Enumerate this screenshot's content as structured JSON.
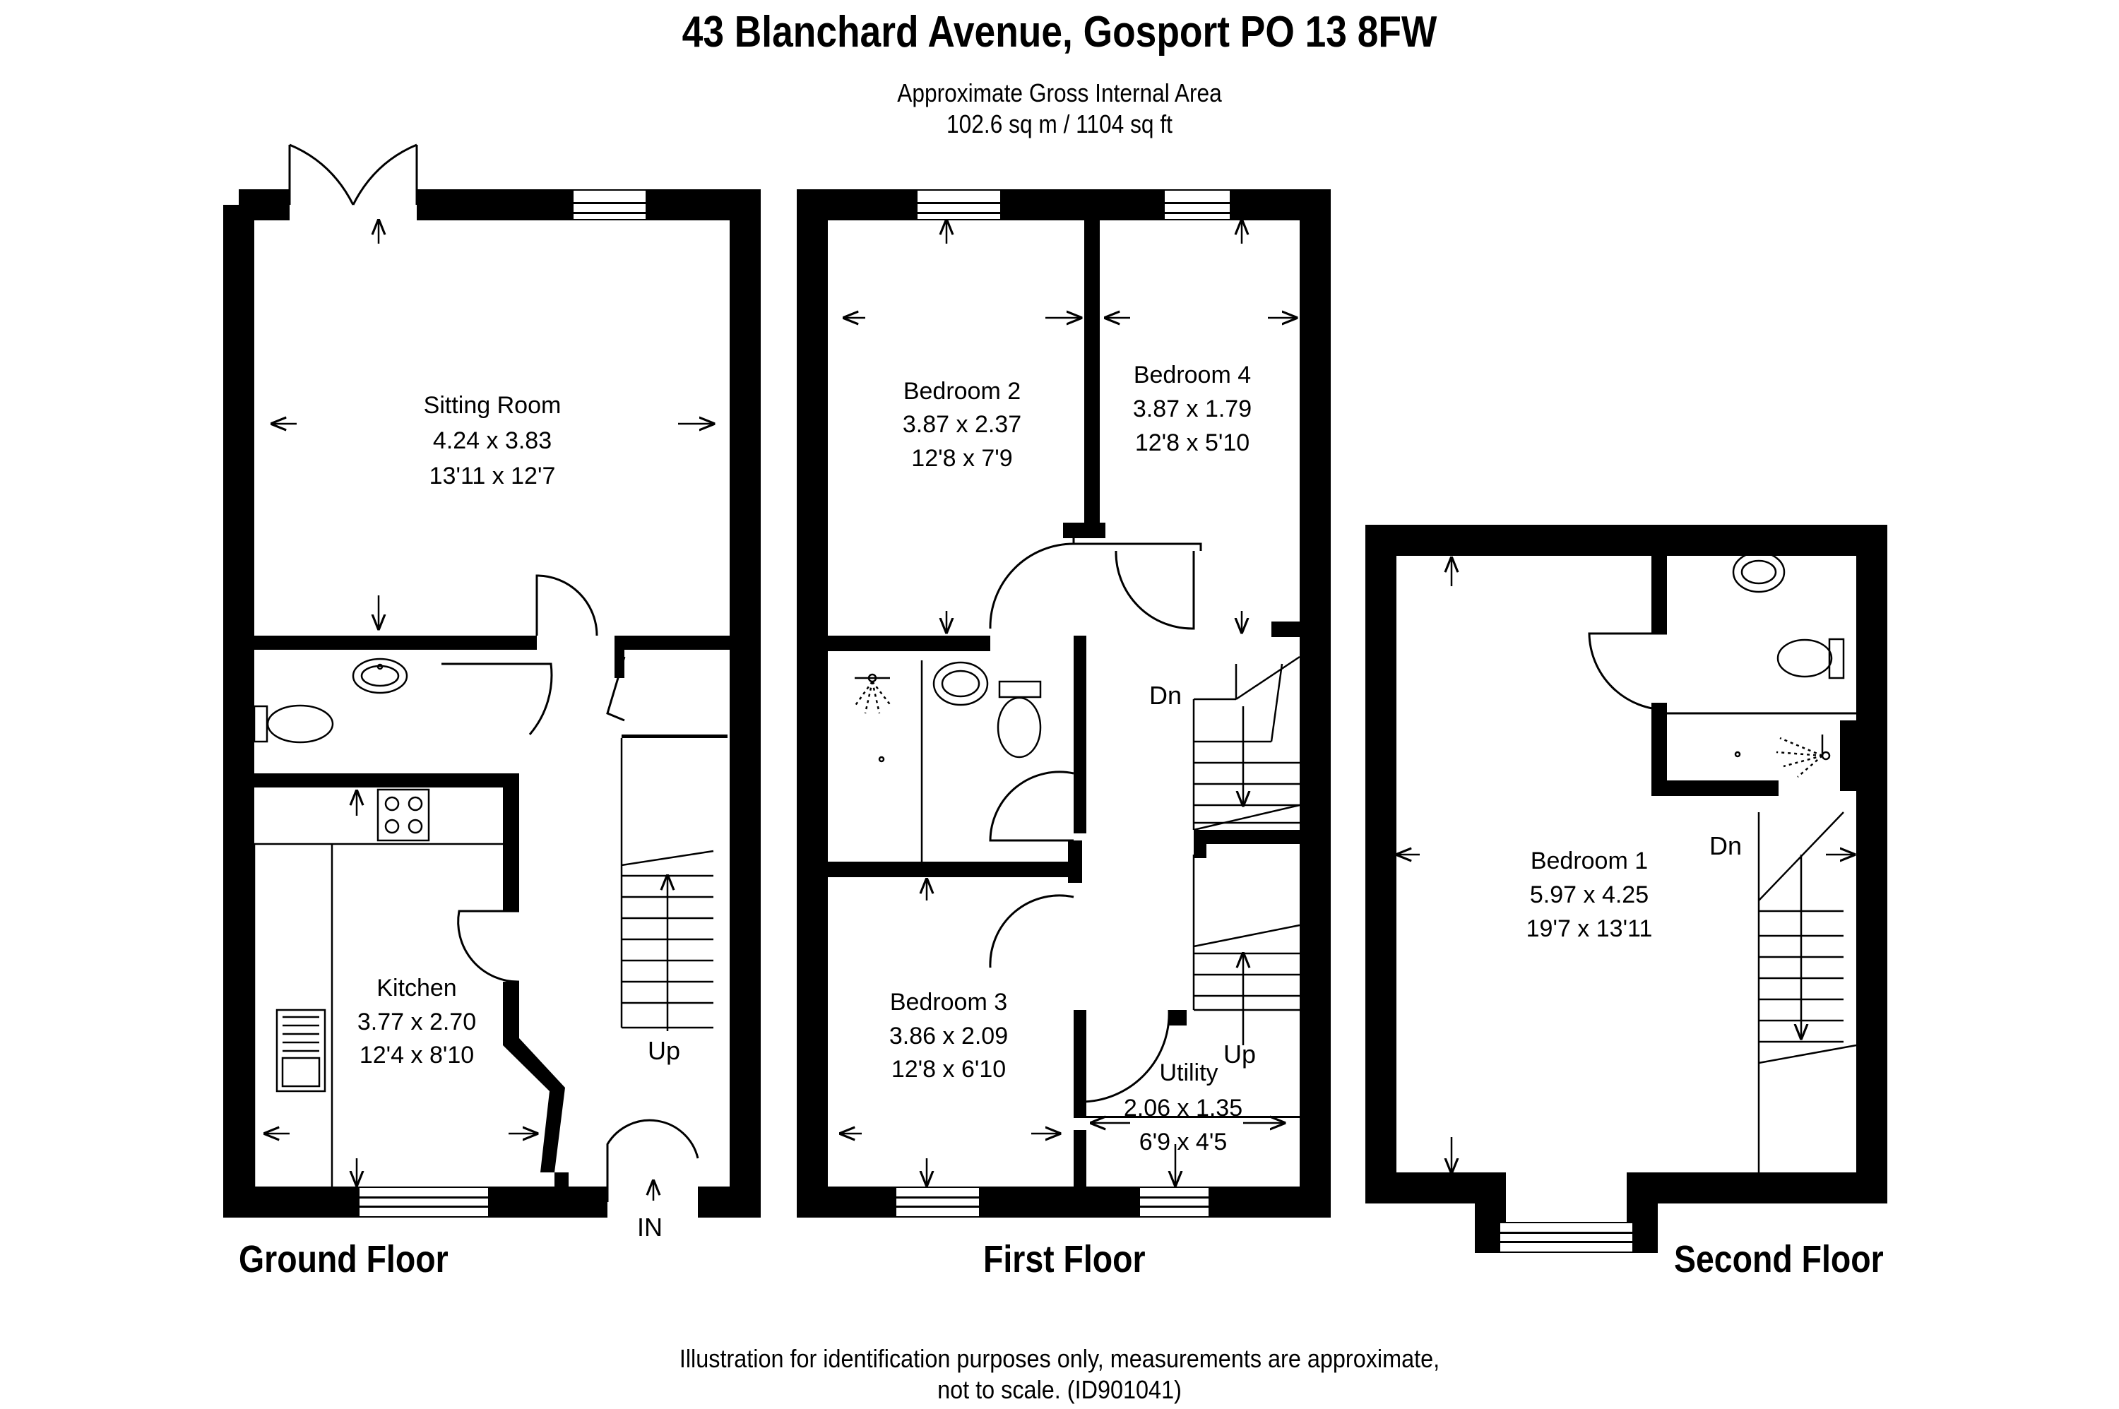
{
  "header": {
    "address": "43 Blanchard Avenue, Gosport PO 13 8FW",
    "area_line1": "Approximate Gross Internal Area",
    "area_line2": "102.6 sq m / 1104 sq ft"
  },
  "floors": {
    "ground": "Ground Floor",
    "first": "First Floor",
    "second": "Second Floor"
  },
  "rooms": {
    "sitting": {
      "name": "Sitting Room",
      "metric": "4.24 x 3.83",
      "imperial": "13'11 x 12'7"
    },
    "kitchen": {
      "name": "Kitchen",
      "metric": "3.77 x 2.70",
      "imperial": "12'4 x 8'10"
    },
    "bedroom2": {
      "name": "Bedroom 2",
      "metric": "3.87 x 2.37",
      "imperial": "12'8 x 7'9"
    },
    "bedroom4": {
      "name": "Bedroom 4",
      "metric": "3.87 x 1.79",
      "imperial": "12'8 x 5'10"
    },
    "bedroom3": {
      "name": "Bedroom 3",
      "metric": "3.86 x 2.09",
      "imperial": "12'8 x 6'10"
    },
    "utility": {
      "name": "Utility",
      "metric": "2.06 x 1.35",
      "imperial": "6'9 x 4'5"
    },
    "bedroom1": {
      "name": "Bedroom 1",
      "metric": "5.97 x 4.25",
      "imperial": "19'7 x 13'11"
    }
  },
  "labels": {
    "ground_up": "Up",
    "entrance": "IN",
    "first_dn": "Dn",
    "first_up": "Up",
    "second_dn": "Dn"
  },
  "footer": {
    "line1": "Illustration for identification purposes only, measurements are approximate,",
    "line2": "not to scale. (ID901041)"
  }
}
